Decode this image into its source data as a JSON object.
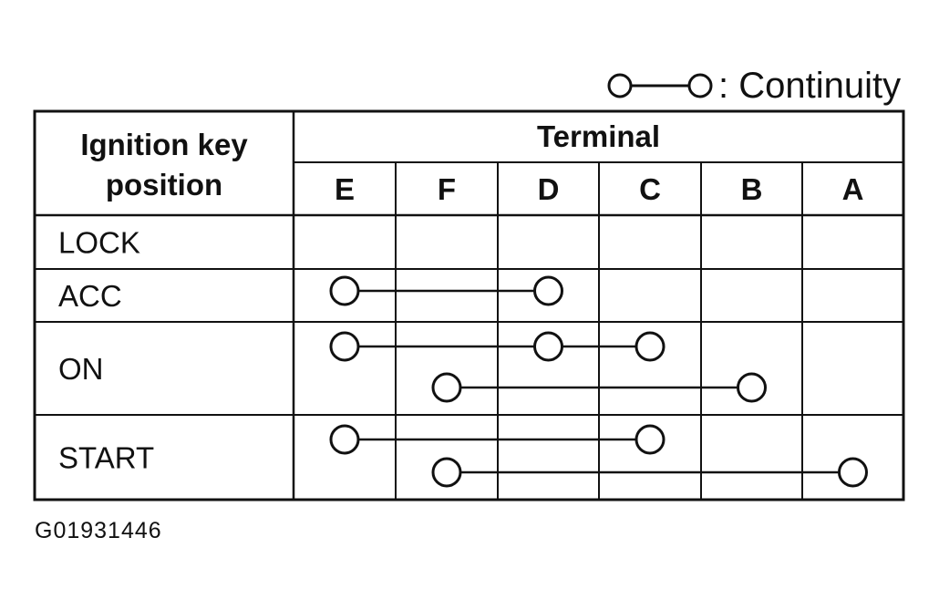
{
  "legend": {
    "symbol": "continuity-symbol",
    "text": ": Continuity"
  },
  "table": {
    "row_header": [
      "Ignition key",
      "position"
    ],
    "terminal_header": "Terminal",
    "terminals": [
      "E",
      "F",
      "D",
      "C",
      "B",
      "A"
    ],
    "rows": [
      {
        "label": "LOCK",
        "connections": []
      },
      {
        "label": "ACC",
        "connections": [
          [
            "E",
            "D"
          ]
        ]
      },
      {
        "label": "ON",
        "connections": [
          [
            "E",
            "D",
            "C"
          ],
          [
            "F",
            "B"
          ]
        ]
      },
      {
        "label": "START",
        "connections": [
          [
            "E",
            "C"
          ],
          [
            "F",
            "A"
          ]
        ]
      }
    ]
  },
  "figure_id": "G01931446",
  "colors": {
    "ink": "#111111",
    "background": "#ffffff"
  }
}
